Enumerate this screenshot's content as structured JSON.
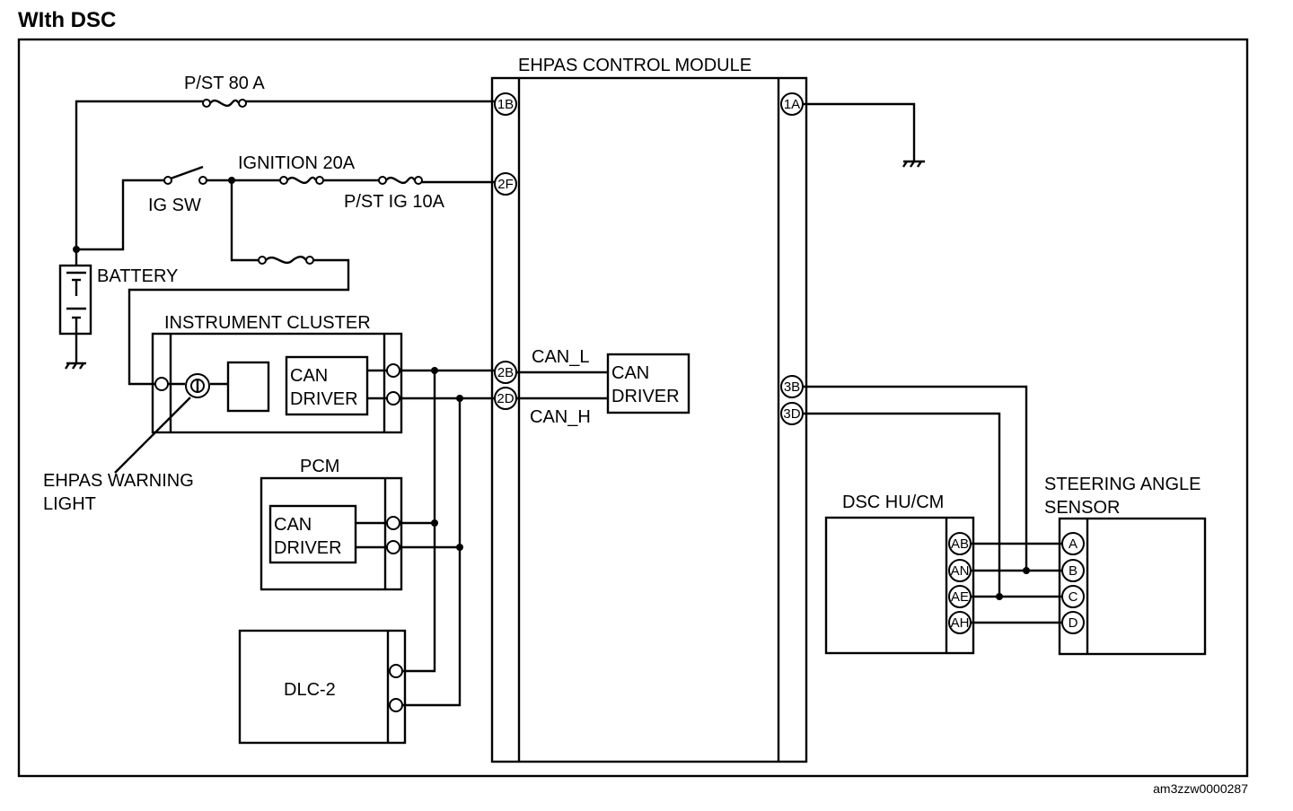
{
  "title": "WIth DSC",
  "figure_id": "am3zzw0000287",
  "components": {
    "ehpas": "EHPAS CONTROL MODULE",
    "fuse_pst80": "P/ST 80 A",
    "fuse_ign20": "IGNITION 20A",
    "fuse_pstig10": "P/ST IG 10A",
    "ig_sw": "IG SW",
    "battery": "BATTERY",
    "instrument_cluster": "INSTRUMENT CLUSTER",
    "warning_light": "EHPAS WARNING",
    "warning_light_2": "LIGHT",
    "pcm": "PCM",
    "dlc": "DLC-2",
    "dsc": "DSC HU/CM",
    "sas": "STEERING ANGLE",
    "sas_2": "SENSOR",
    "can": "CAN",
    "driver": "DRIVER",
    "can_l": "CAN_L",
    "can_h": "CAN_H"
  },
  "pins": {
    "p1b": "1B",
    "p2f": "2F",
    "p2b": "2B",
    "p2d": "2D",
    "p1a": "1A",
    "p3b": "3B",
    "p3d": "3D",
    "ab": "AB",
    "an": "AN",
    "ae": "AE",
    "ah": "AH",
    "a": "A",
    "b": "B",
    "c": "C",
    "d": "D"
  }
}
